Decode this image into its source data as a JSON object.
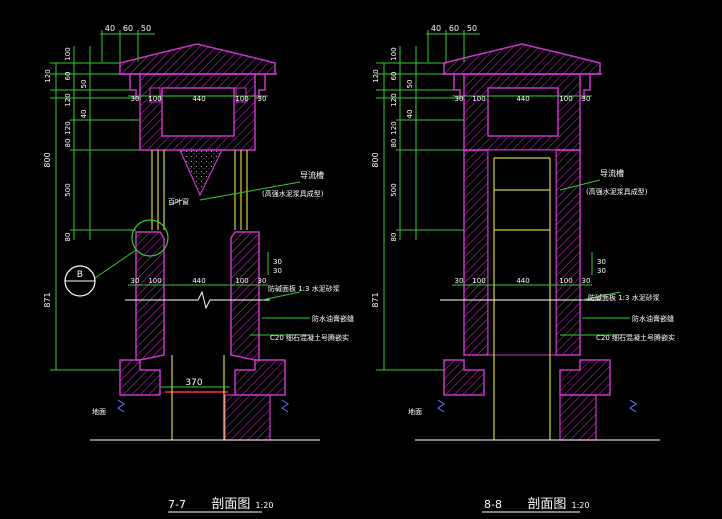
{
  "colors": {
    "background": "#000000",
    "outline": "#cc33cc",
    "dimension": "#33cc33",
    "hatch": "#cc33cc",
    "yellow": "#ffff44",
    "red": "#ff3333",
    "white": "#ffffff",
    "cyan": "#33ccff",
    "blue": "#6677ff"
  },
  "sections": [
    {
      "id": "7-7",
      "number": "7-7",
      "title": "剖面图",
      "scale": "1:20",
      "dims_top": [
        "40",
        "60",
        "50"
      ],
      "dims_left_outer": [
        "800",
        "871"
      ],
      "dims_left_inner": [
        "100",
        "120",
        "60",
        "50",
        "120",
        "40",
        "120",
        "80",
        "500",
        "80"
      ],
      "dims_side": [
        "30",
        "30"
      ],
      "dims_horizontal": [
        "30",
        "100",
        "440",
        "100",
        "30"
      ],
      "dims_lower": [
        "30",
        "100",
        "440",
        "100",
        "30"
      ],
      "bottom_width": "370",
      "labels": {
        "guide_groove": "导流槽",
        "guide_note": "(高强水泥浆具成型)",
        "louver": "百叶窗",
        "callout": "B",
        "mortar": "防碱面板 1:3 水泥砂浆",
        "waterproof": "防水油膏嵌缝",
        "concrete": "C20 细石混凝土号腾嵌实",
        "ground": "地面"
      }
    },
    {
      "id": "8-8",
      "number": "8-8",
      "title": "剖面图",
      "scale": "1:20",
      "dims_top": [
        "40",
        "60",
        "50"
      ],
      "dims_left_outer": [
        "800",
        "871"
      ],
      "dims_left_inner": [
        "100",
        "120",
        "60",
        "50",
        "120",
        "40",
        "120",
        "80",
        "500",
        "80"
      ],
      "dims_side": [
        "30",
        "30"
      ],
      "dims_horizontal": [
        "30",
        "100",
        "440",
        "100",
        "30"
      ],
      "dims_lower": [
        "30",
        "100",
        "440",
        "100",
        "30"
      ],
      "labels": {
        "guide_groove": "导流槽",
        "guide_note": "(高强水泥浆具成型)",
        "mortar": "防碱面板 1:3 水泥砂浆",
        "waterproof": "防水油膏嵌缝",
        "concrete": "C20 细石混凝土号腾嵌实",
        "ground": "地面"
      }
    }
  ]
}
